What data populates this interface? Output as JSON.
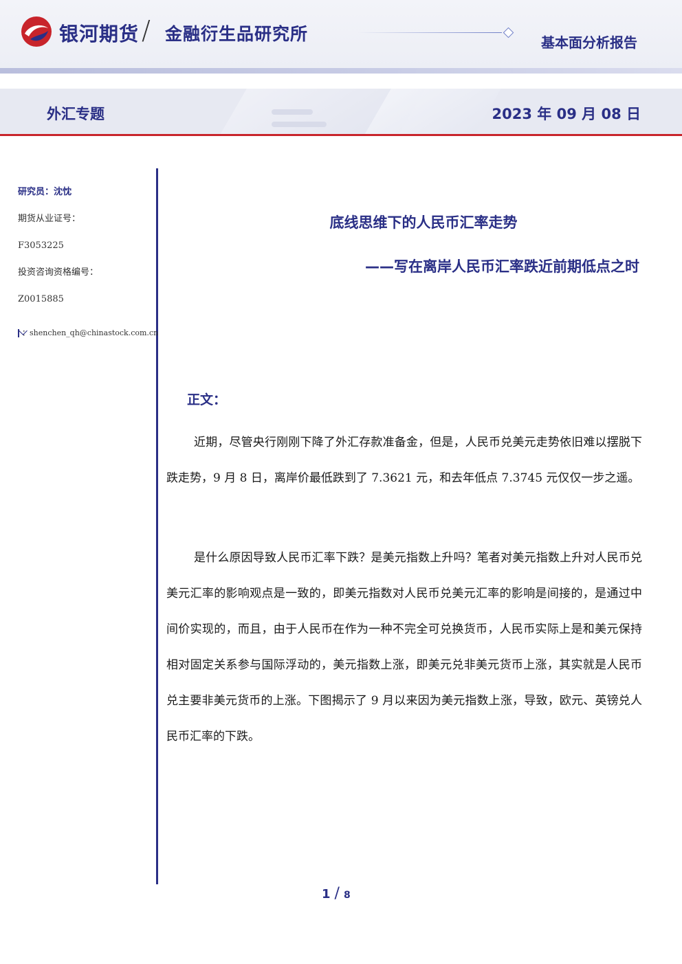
{
  "header": {
    "company": "银河期货",
    "institute": "金融衍生品研究所",
    "report_type": "基本面分析报告"
  },
  "subheader": {
    "topic": "外汇专题",
    "date": "2023 年 09 月 08 日"
  },
  "sidebar": {
    "analyst": "研究员：沈忱",
    "license_label": "期货从业证号：",
    "license_no": "F3053225",
    "advisory_label": "投资咨询资格编号：",
    "advisory_no": "Z0015885",
    "email": "：shenchen_qh@chinastock.com.cn"
  },
  "article": {
    "title": "底线思维下的人民币汇率走势",
    "subtitle": "——写在离岸人民币汇率跌近前期低点之时",
    "section_heading": "正文：",
    "paragraphs": [
      "近期，尽管央行刚刚下降了外汇存款准备金，但是，人民币兑美元走势依旧难以摆脱下跌走势，9 月 8 日，离岸价最低跌到了 7.3621 元，和去年低点 7.3745 元仅仅一步之遥。",
      "是什么原因导致人民币汇率下跌？是美元指数上升吗？笔者对美元指数上升对人民币兑美元汇率的影响观点是一致的，即美元指数对人民币兑美元汇率的影响是间接的，是通过中间价实现的，而且，由于人民币在作为一种不完全可兑换货币，人民币实际上是和美元保持相对固定关系参与国际浮动的，美元指数上涨，即美元兑非美元货币上涨，其实就是人民币兑主要非美元货币的上涨。下图揭示了 9 月以来因为美元指数上涨，导致，欧元、英镑兑人民币汇率的下跌。"
    ]
  },
  "pager": {
    "current": "1",
    "separator": "/",
    "total": "8"
  },
  "colors": {
    "brand_blue": "#2a2f86",
    "brand_red": "#c8242b"
  }
}
